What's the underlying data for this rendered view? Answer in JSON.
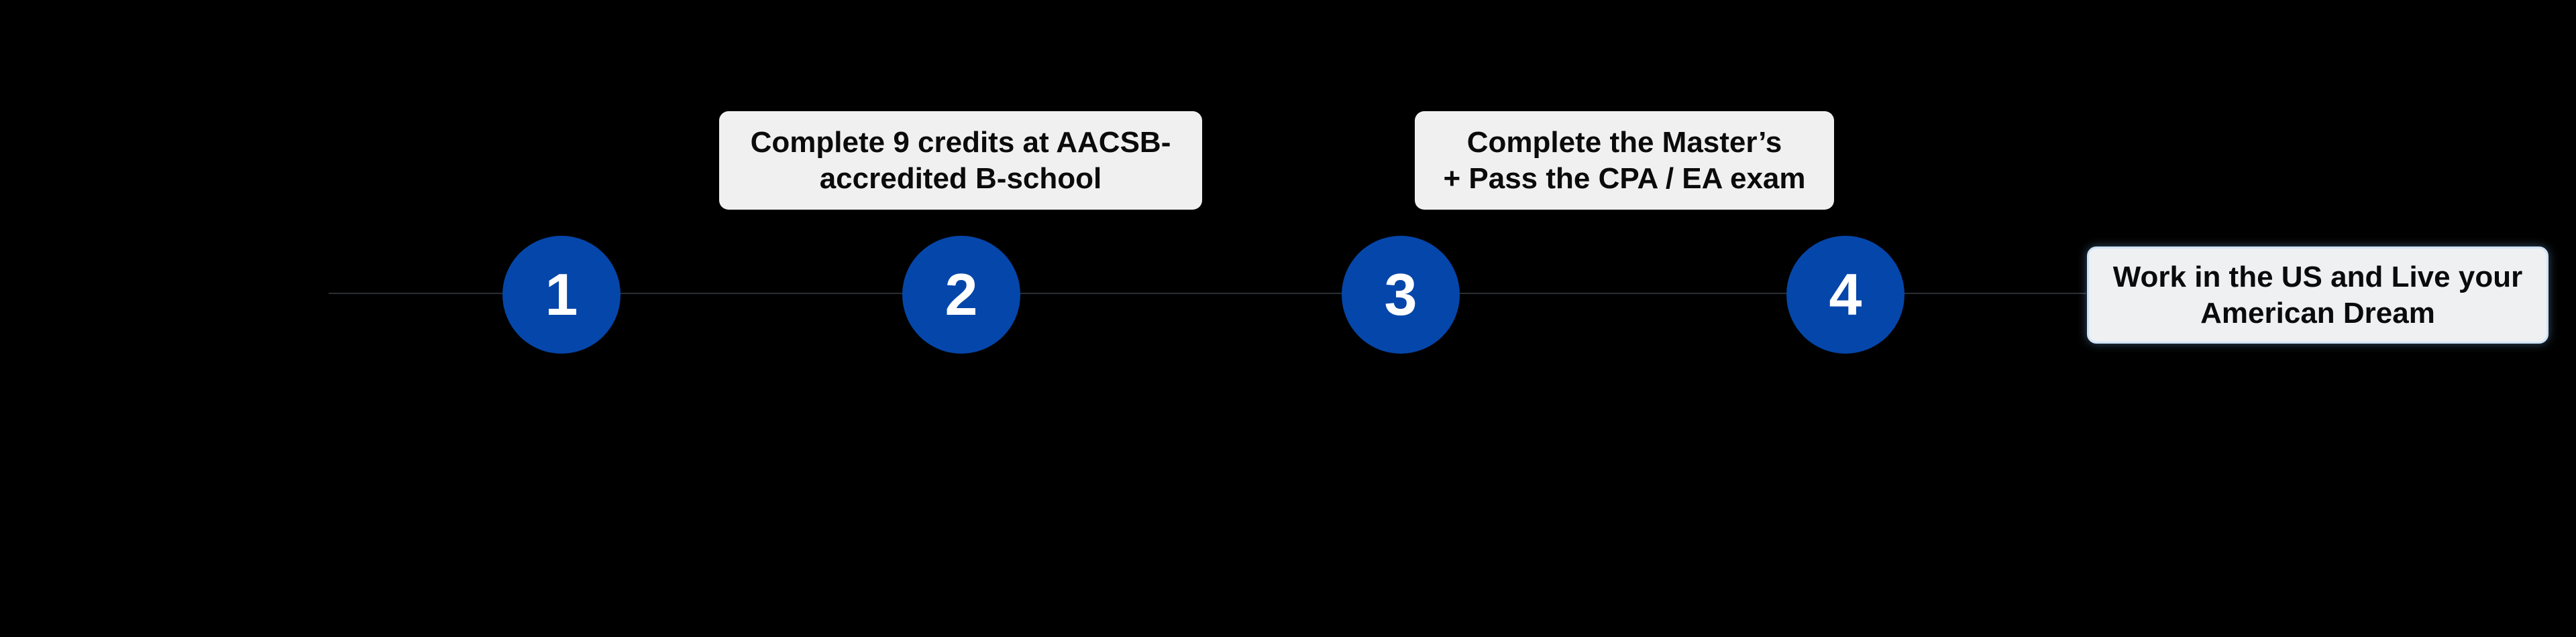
{
  "colors": {
    "background": "#000000",
    "step_circle": "#0546aa",
    "step_number": "#ffffff",
    "callout_background": "#f0f0f0",
    "callout_text": "#0b0b0b",
    "timeline_line": "#2a2f36"
  },
  "steps": [
    {
      "number": "1"
    },
    {
      "number": "2",
      "callout": "Complete 9 credits at AACSB-\naccredited B-school"
    },
    {
      "number": "3",
      "callout": "Complete the Master’s\n+ Pass the CPA / EA exam"
    },
    {
      "number": "4"
    }
  ],
  "final_goal": {
    "text": "Work in the US and Live your\nAmerican Dream"
  }
}
